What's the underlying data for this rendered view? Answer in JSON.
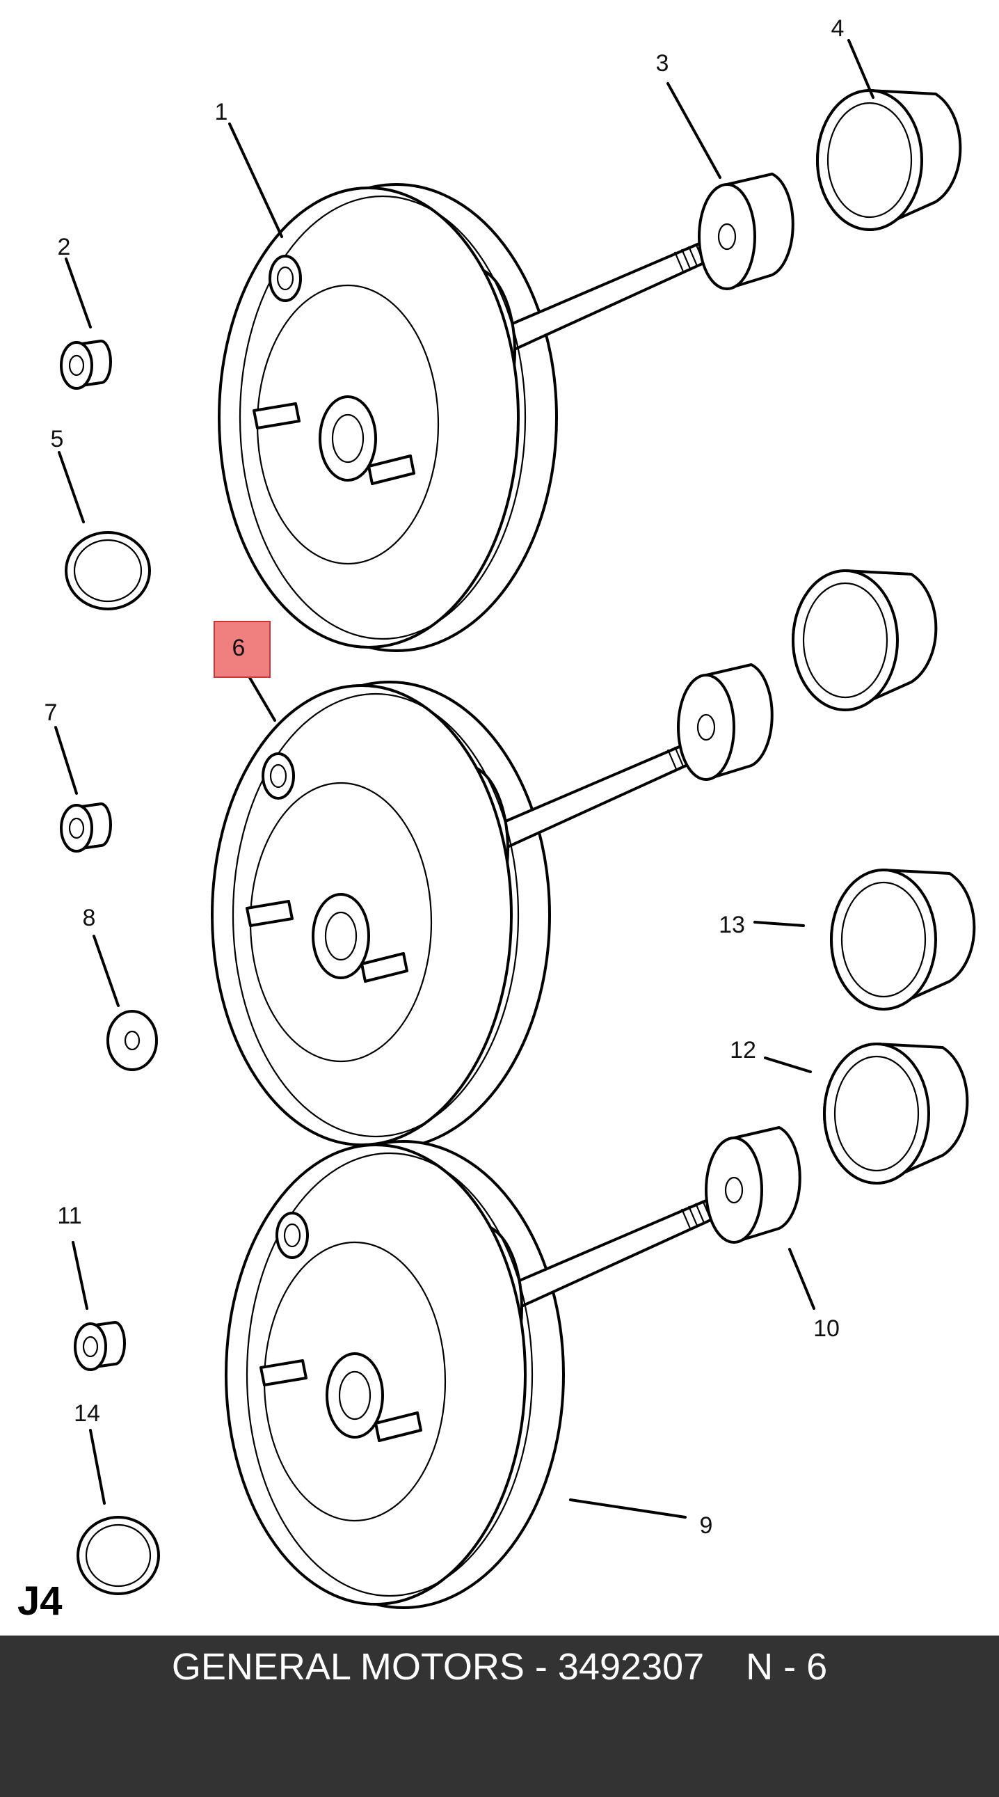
{
  "sheet_label": "J4",
  "callouts": [
    "1",
    "2",
    "3",
    "4",
    "5",
    "6",
    "7",
    "8",
    "9",
    "10",
    "11",
    "12",
    "13",
    "14"
  ],
  "highlighted_callout": "6",
  "highlight_color": "#f08080",
  "footer": {
    "brand": "GENERAL MOTORS",
    "part_number": "3492307",
    "position": "N - 6",
    "text": "GENERAL MOTORS - 3492307    N - 6"
  }
}
